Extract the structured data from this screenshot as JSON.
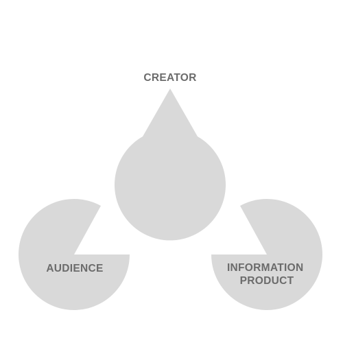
{
  "diagram": {
    "colors": {
      "background": "#ffffff",
      "node_fill": "#d9d9d9",
      "label": "#6b6b6b"
    },
    "nodes": [
      {
        "id": "creator",
        "lines": [
          "CREATOR"
        ]
      },
      {
        "id": "audience",
        "lines": [
          "AUDIENCE"
        ]
      },
      {
        "id": "information-product",
        "lines": [
          "INFORMATION",
          "PRODUCT"
        ]
      }
    ]
  }
}
